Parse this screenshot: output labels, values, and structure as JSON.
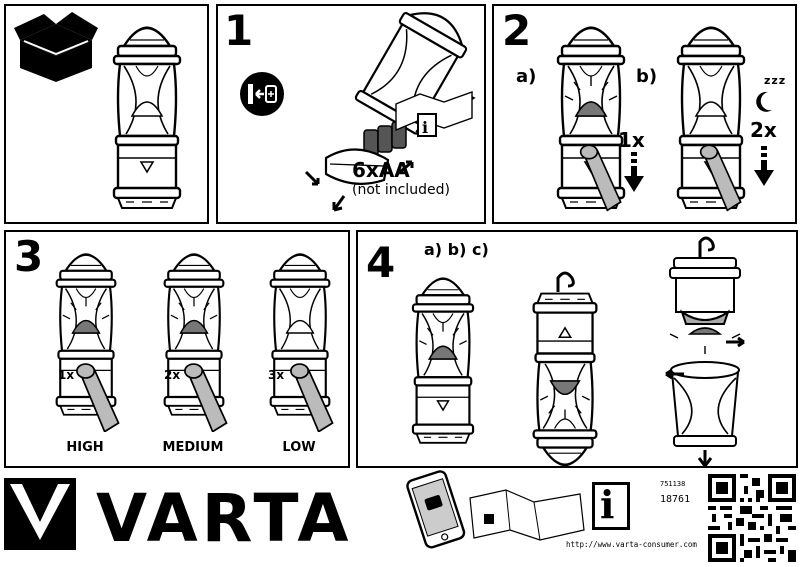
{
  "steps": {
    "s1": {
      "num": "1",
      "battery": "6xAA",
      "battery_note": "(not included)"
    },
    "s2": {
      "num": "2",
      "a": "a)",
      "b": "b)",
      "a_press": "1x",
      "b_press": "2x",
      "sleep": "zzz"
    },
    "s3": {
      "num": "3",
      "modes": [
        {
          "press": "1x",
          "label": "HIGH"
        },
        {
          "press": "2x",
          "label": "MEDIUM"
        },
        {
          "press": "3x",
          "label": "LOW"
        }
      ]
    },
    "s4": {
      "num": "4",
      "options": "a) b) c)"
    }
  },
  "footer": {
    "brand": "VARTA",
    "code_small": "751138",
    "code": "18761",
    "info_symbol": "i",
    "url": "http://www.varta-consumer.com"
  },
  "icons": [
    "box-icon",
    "battery-insert-icon",
    "info-icon",
    "moon-icon",
    "arrow-down-icon",
    "qr-code",
    "smartphone-icon",
    "manual-icon"
  ]
}
